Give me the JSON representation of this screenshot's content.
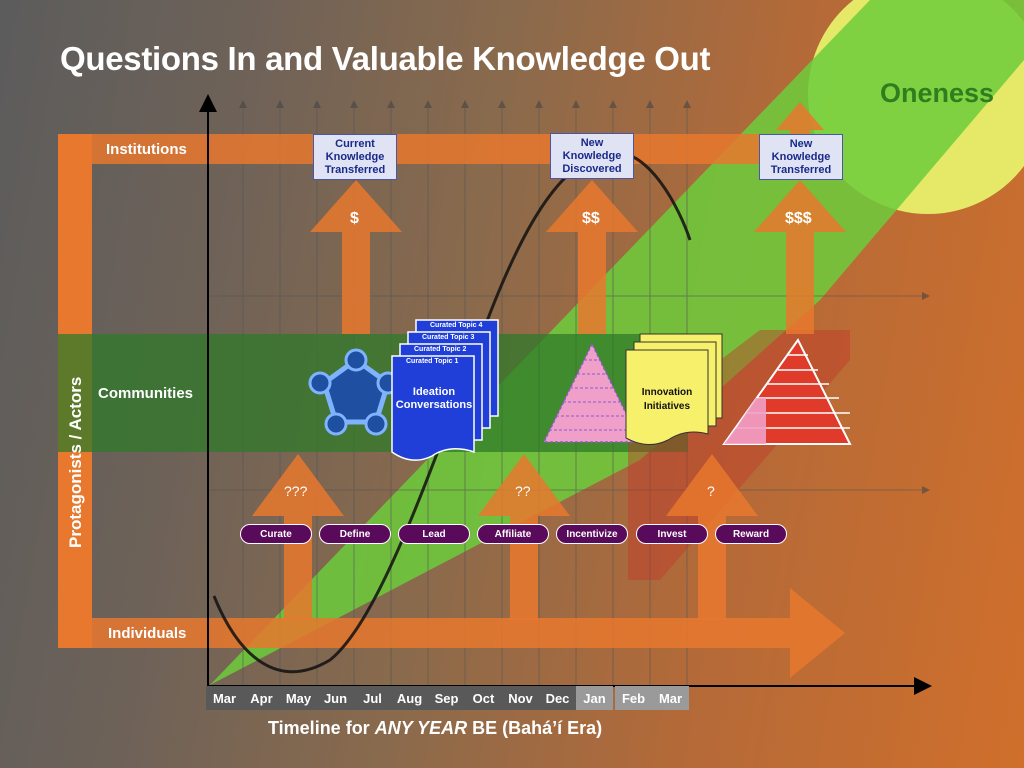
{
  "title": "Questions In and Valuable Knowledge Out",
  "corner_label": "Oneness",
  "vertical_axis_label": "Protagonists / Actors",
  "lanes": {
    "top": "Institutions",
    "middle": "Communities",
    "bottom": "Individuals"
  },
  "notes": [
    "Current\nKnowledge\nTransferred",
    "New\nKnowledge\nDiscovered",
    "New\nKnowledge\nTransferred"
  ],
  "dollar_labels": [
    "$",
    "$$",
    "$$$"
  ],
  "question_labels": [
    "???",
    "??",
    "?"
  ],
  "curated_topics": [
    "Curated Topic 4",
    "Curated Topic 3",
    "Curated Topic 2",
    "Curated Topic 1"
  ],
  "ideation_label": "Ideation\nConversations",
  "innovation_label": "Innovation\nInitiatives",
  "steps": [
    "Curate",
    "Define",
    "Lead",
    "Affiliate",
    "Incentivize",
    "Invest",
    "Reward"
  ],
  "months": [
    "Mar",
    "Apr",
    "May",
    "Jun",
    "Jul",
    "Aug",
    "Sep",
    "Oct",
    "Nov",
    "Dec",
    "Jan",
    "Feb",
    "Mar"
  ],
  "timeline_prefix": "Timeline for ",
  "timeline_emphasis": "ANY YEAR",
  "timeline_suffix": " BE (Bahá’í Era)",
  "colors": {
    "orange": "#e8782e",
    "green": "#5cbf3a",
    "purple": "#5a0a5a",
    "yellow": "#f2f06a",
    "blue": "#1f3fd8",
    "pink": "#f0a0c8",
    "red": "#e03a2a"
  }
}
